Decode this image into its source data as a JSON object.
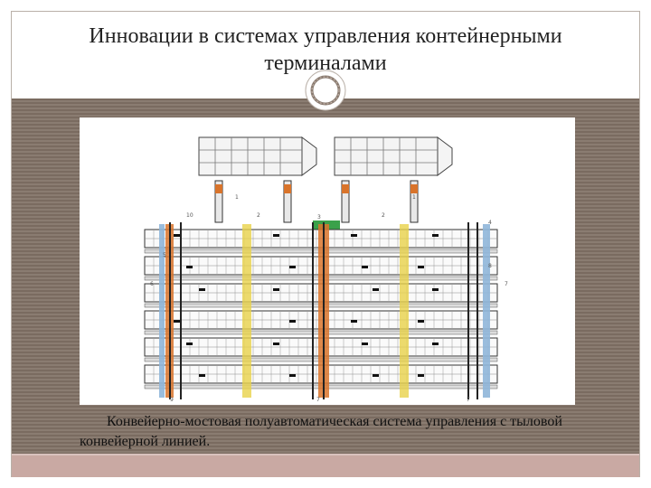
{
  "slide": {
    "title_line1": "Инновации в системах управления контейнерными",
    "title_line2": "терминалами",
    "caption": "Конвейерно-мостовая полуавтоматическая система управления с тыловой конвейерной линией."
  },
  "diagram": {
    "ship_count": 2,
    "row_count": 6,
    "callout_numbers": [
      "10",
      "1",
      "2",
      "3",
      "2",
      "1",
      "4",
      "5",
      "6",
      "7",
      "8",
      "9",
      "7",
      "7"
    ],
    "colors": {
      "highlight_orange": "#d9742b",
      "highlight_yellow": "#e8d24a",
      "highlight_blue": "#8fb6d9",
      "highlight_green": "#3aa14a",
      "structure": "#222222"
    }
  },
  "colors": {
    "stripe_dark": "#7a6b60",
    "stripe_light": "#8a7c71",
    "bottom_bar": "#c9a9a3"
  }
}
